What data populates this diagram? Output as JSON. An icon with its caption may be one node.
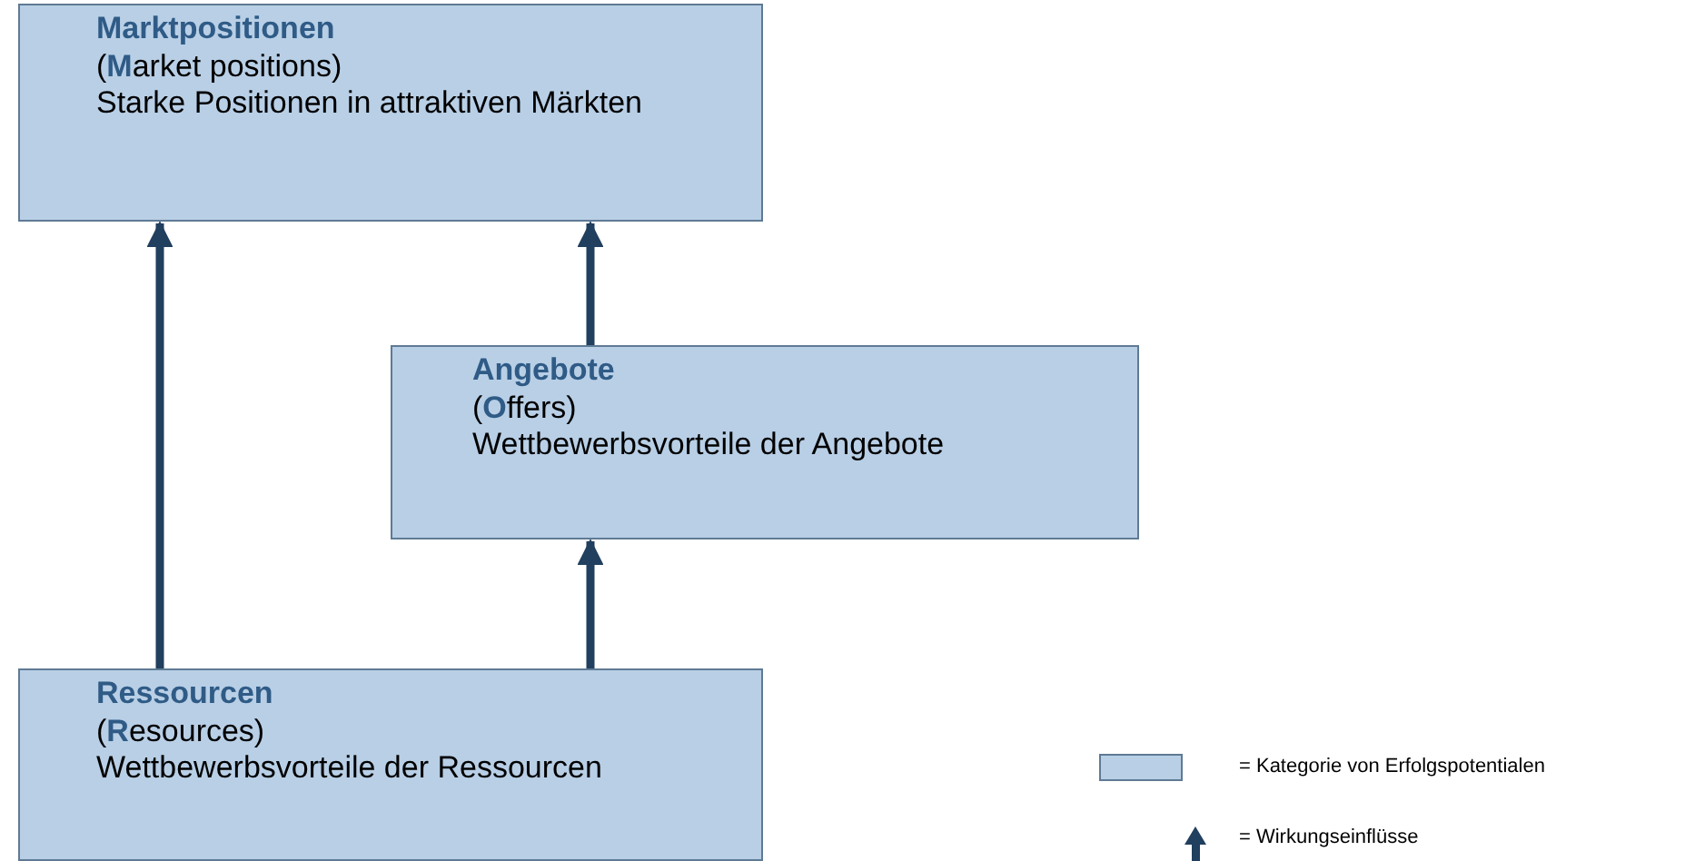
{
  "diagram": {
    "nodes": [
      {
        "text": [
          "Marktpositionen",
          "(**M**arket positions)",
          "Starke Positionen in attraktiven Märkten"
        ]
      },
      {
        "text": [
          "Angebote",
          "(**O**ffers)",
          "Wettbewerbsvorteile der Angebote"
        ]
      },
      {
        "text": [
          "Ressourcen",
          "(**R**esources)",
          "Wettbewerbsvorteile der Ressourcen"
        ]
      }
    ],
    "edges": [
      {
        "from": 2,
        "to": 0,
        "arrow": "to"
      },
      {
        "from": 1,
        "to": 0,
        "arrow": "to"
      },
      {
        "from": 2,
        "to": 1,
        "arrow": "to"
      }
    ],
    "legend": [
      {
        "text": "= Kategorie von Erfolgspotentialen",
        "color": "#b8cfe6"
      },
      {
        "text": "= Wirkungseinflüsse"
      }
    ]
  }
}
